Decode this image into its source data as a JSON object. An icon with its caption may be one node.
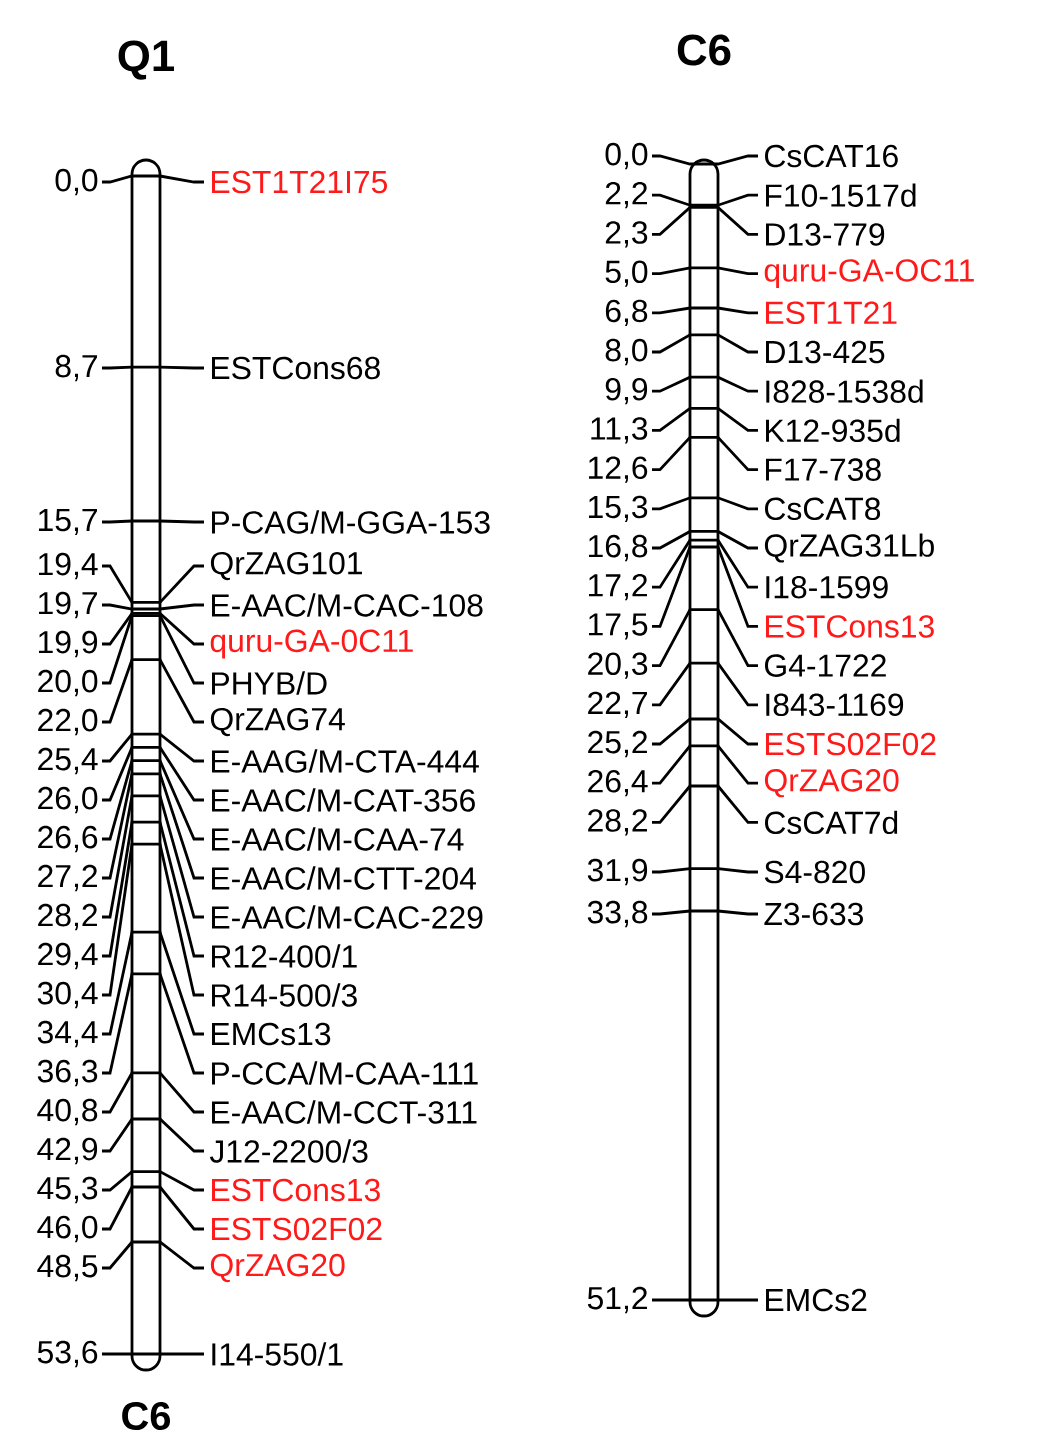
{
  "diagram": {
    "nodes": [
      {
        "text": [
          "Q1"
        ],
        "beside": [
          "C6"
        ]
      },
      {
        "text": [
          "C6"
        ]
      }
    ],
    "labels": [
      "0,0",
      "EST1T21I75",
      "8,7",
      "ESTCons68",
      "15,7",
      "P-CAG/M-GGA-153",
      "19,4",
      "QrZAG101",
      "19,7",
      "E-AAC/M-CAC-108",
      "19,9",
      "quru-GA-0C11",
      "20,0",
      "PHYB/D",
      "22,0",
      "QrZAG74",
      "25,4",
      "E-AAG/M-CTA-444",
      "26,0",
      "E-AAC/M-CAT-356",
      "26,6",
      "E-AAC/M-CAA-74",
      "27,2",
      "E-AAC/M-CTT-204",
      "28,2",
      "E-AAC/M-CAC-229",
      "29,4",
      "R12-400/1",
      "30,4",
      "R14-500/3",
      "34,4",
      "EMCs13",
      "36,3",
      "P-CCA/M-CAA-111",
      "40,8",
      "E-AAC/M-CCT-311",
      "42,9",
      "J12-2200/3",
      "45,3",
      "ESTCons13",
      "46,0",
      "ESTS02F02",
      "48,5",
      "QrZAG20",
      "53,6",
      "I14-550/1",
      "0,0",
      "CsCAT16",
      "2,2",
      "F10-1517d",
      "2,3",
      "D13-779",
      "5,0",
      "quru-GA-OC11",
      "6,8",
      "EST1T21",
      "8,0",
      "D13-425",
      "9,9",
      "I828-1538d",
      "11,3",
      "K12-935d",
      "12,6",
      "F17-738",
      "15,3",
      "CsCAT8",
      "16,8",
      "QrZAG31Lb",
      "17,2",
      "I18-1599",
      "17,5",
      "ESTCons13",
      "20,3",
      "G4-1722",
      "22,7",
      "I843-1169",
      "25,2",
      "ESTS02F02",
      "26,4",
      "QrZAG20",
      "28,2",
      "CsCAT7d",
      "31,9",
      "S4-820",
      "33,8",
      "Z3-633",
      "51,2",
      "EMCs2"
    ]
  }
}
